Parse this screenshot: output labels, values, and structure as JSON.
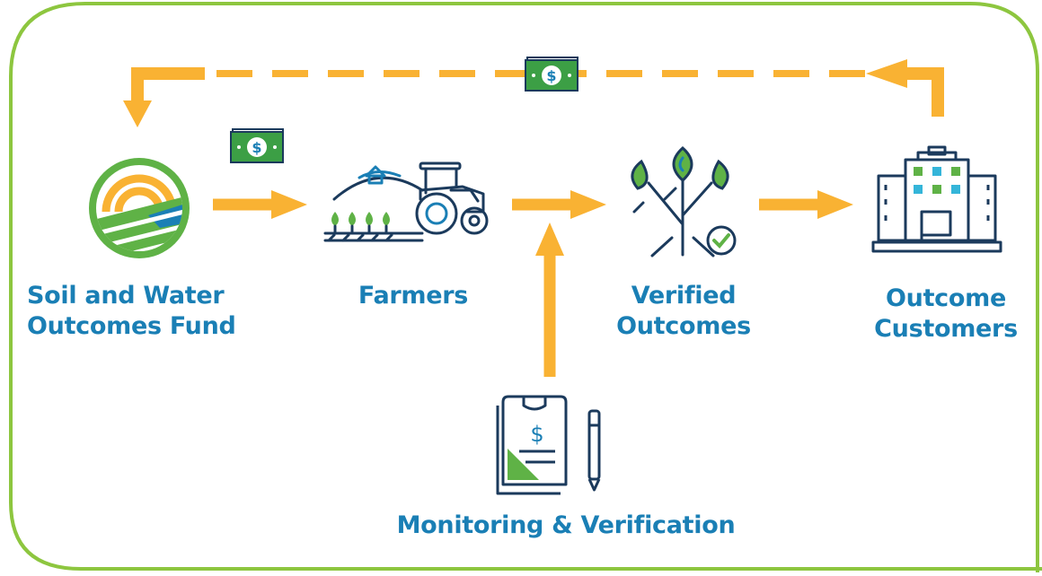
{
  "nodes": {
    "fund": {
      "line1": "Soil and Water",
      "line2": "Outcomes Fund"
    },
    "farmers": {
      "line1": "Farmers"
    },
    "verified": {
      "line1": "Verified",
      "line2": "Outcomes"
    },
    "customers": {
      "line1": "Outcome",
      "line2": "Customers"
    },
    "monitoring": {
      "line1": "Monitoring & Verification"
    }
  },
  "colors": {
    "border": "#8dc63f",
    "arrow": "#f9b233",
    "navy": "#1b3a5c",
    "teal": "#1a7fb5",
    "green": "#5fb246",
    "money_green": "#3c9f45",
    "label": "#1a7fb5"
  },
  "icons": [
    "fund-logo-icon",
    "farm-tractor-icon",
    "sprout-check-icon",
    "office-building-icon",
    "invoice-pen-icon",
    "money-bill-icon"
  ]
}
